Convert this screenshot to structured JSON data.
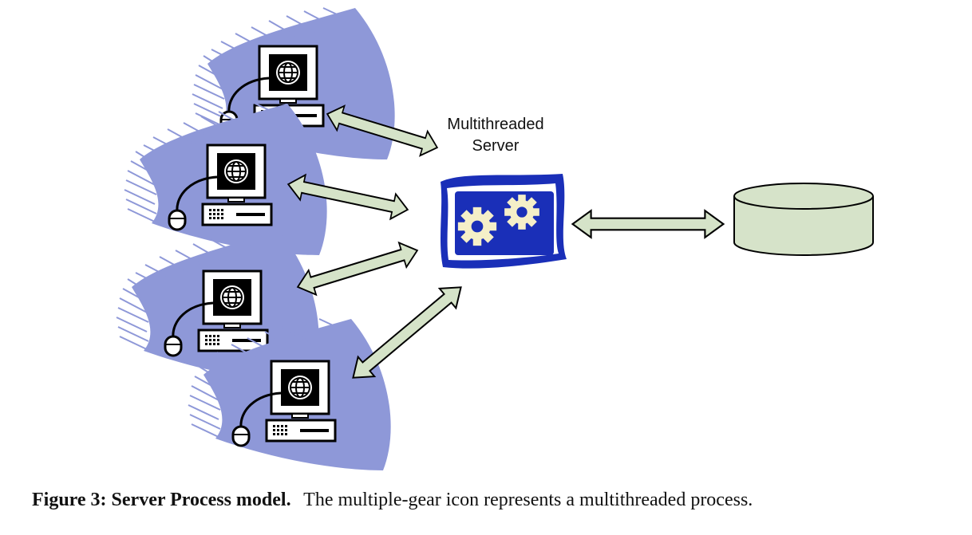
{
  "server": {
    "label_line1": "Multithreaded",
    "label_line2": "Server"
  },
  "caption": {
    "bold": "Figure 3: Server Process model.",
    "text": "The multiple-gear icon represents a multithreaded process."
  },
  "colors": {
    "arrow_fill": "#d5e3c8",
    "database_fill": "#d6e3c9",
    "server_blue": "#1a2fb8",
    "streak_blue": "#8e98d8"
  },
  "icons": [
    "computer-icon",
    "globe-icon",
    "mouse-icon",
    "gear-icon",
    "database-icon"
  ]
}
